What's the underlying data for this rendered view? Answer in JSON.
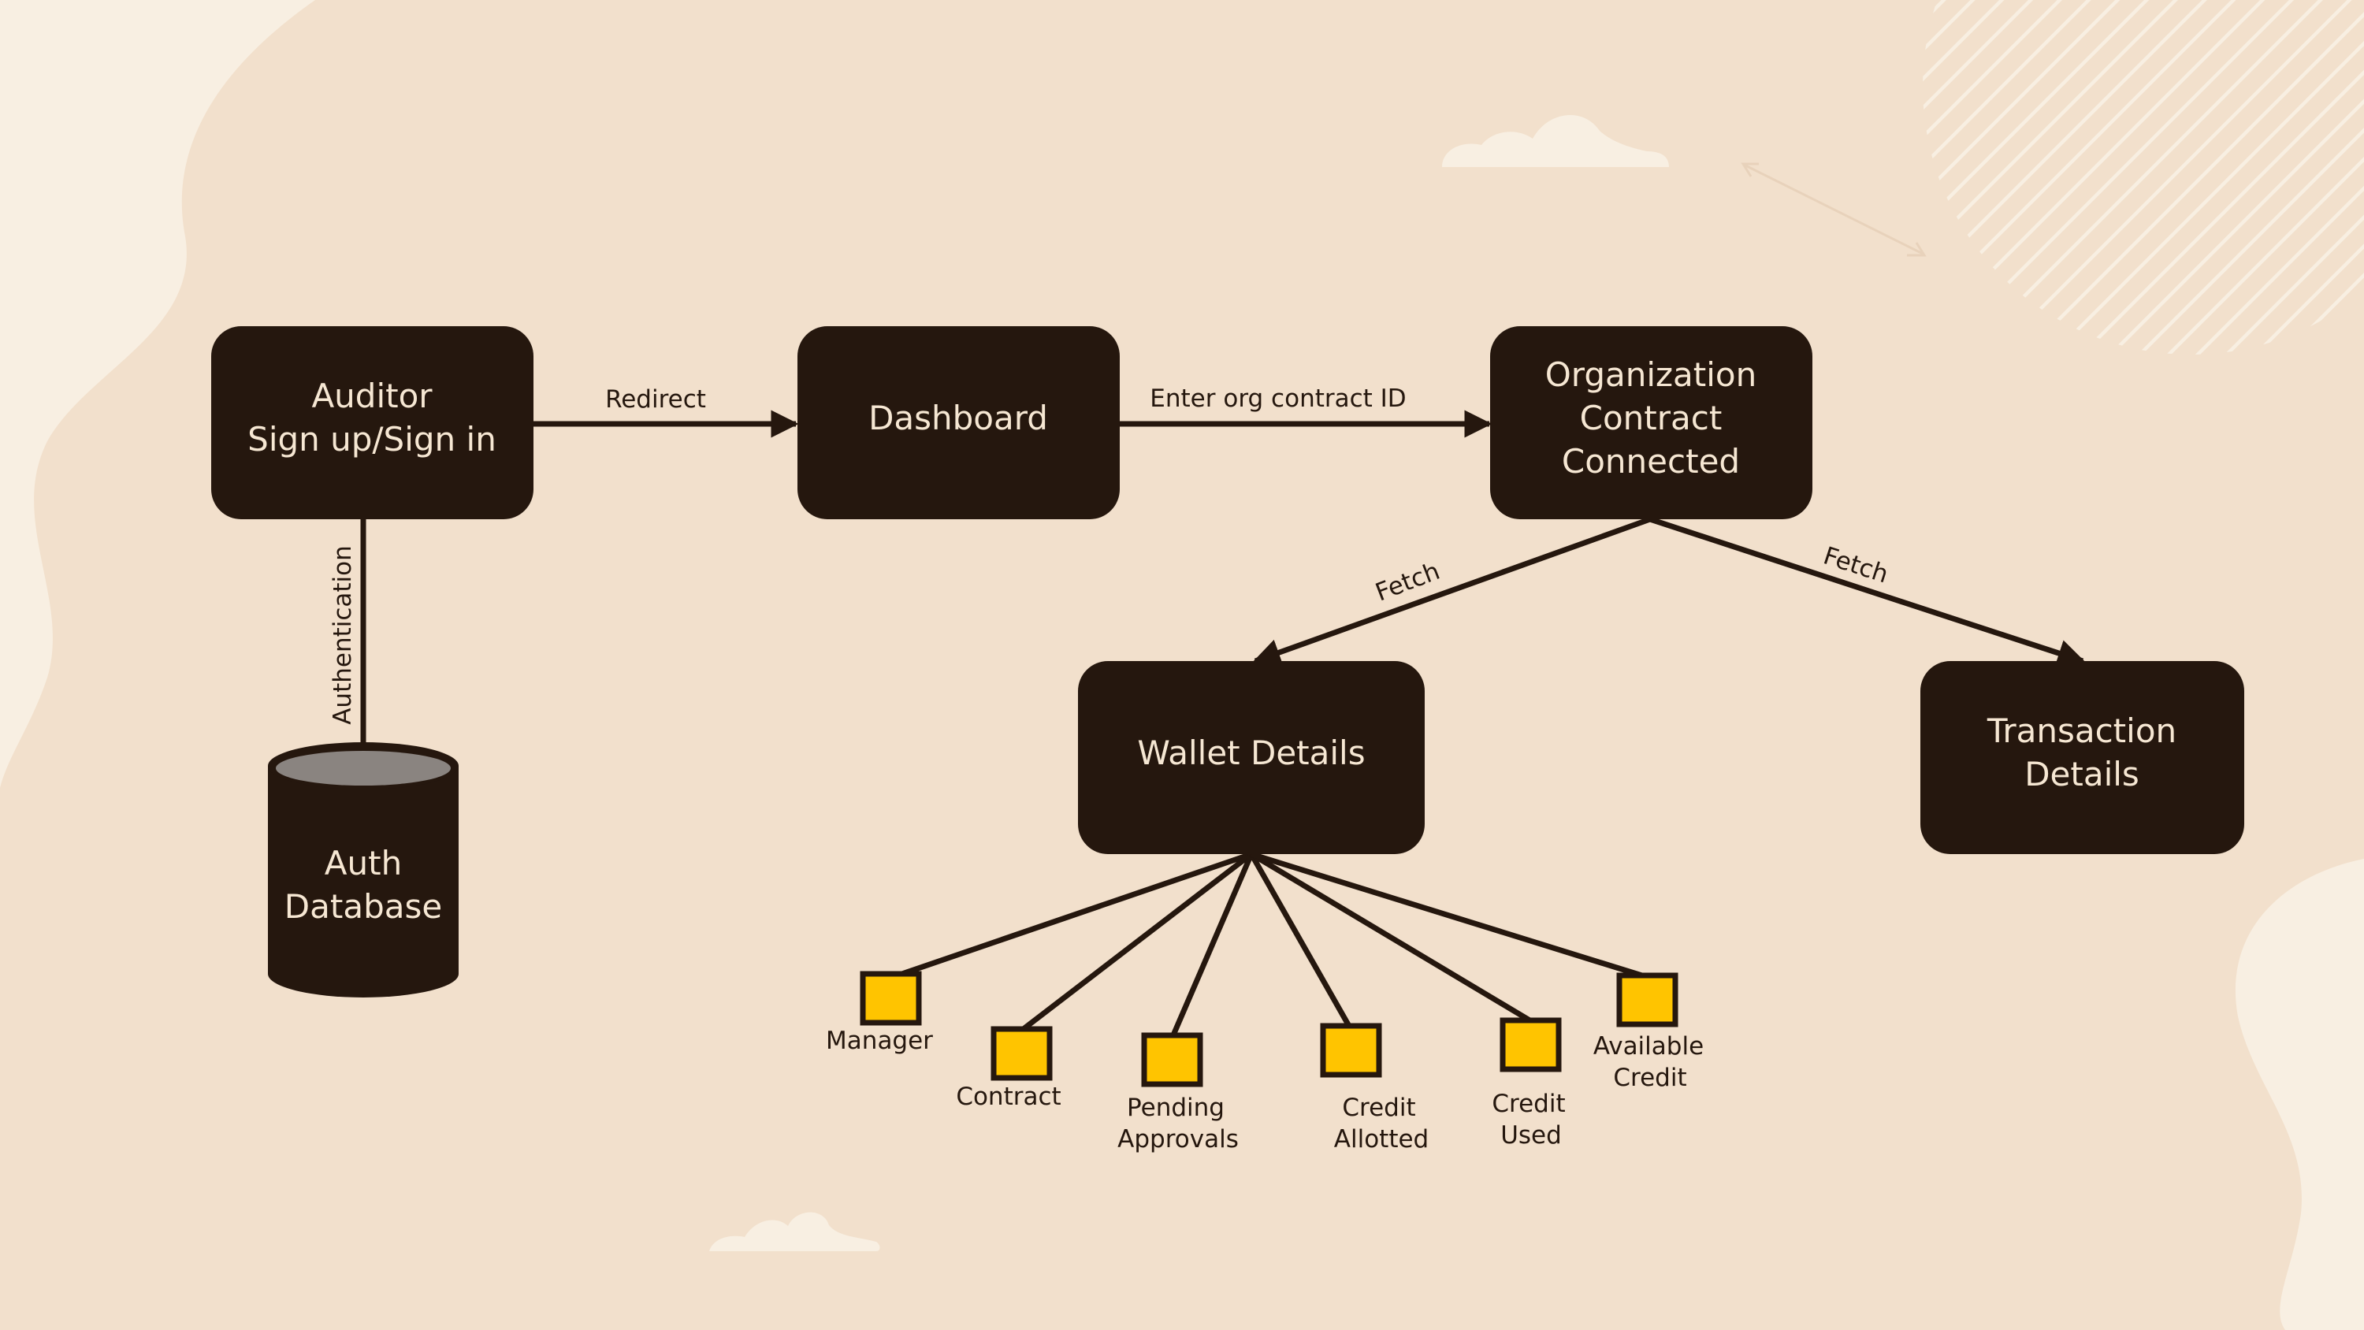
{
  "colors": {
    "background": "#f2e0cc",
    "background_light": "#f8efe2",
    "node_fill": "#25170e",
    "node_text": "#f6e7d3",
    "leaf_fill": "#ffc400",
    "edge": "#25170e"
  },
  "nodes": {
    "auditor": [
      "Auditor",
      "Sign up/Sign in"
    ],
    "dashboard": [
      "Dashboard"
    ],
    "org_contract": [
      "Organization",
      "Contract",
      "Connected"
    ],
    "wallet": [
      "Wallet Details"
    ],
    "transaction": [
      "Transaction",
      "Details"
    ],
    "auth_db": [
      "Auth",
      "Database"
    ]
  },
  "edges": {
    "redirect": "Redirect",
    "enter_org": "Enter org contract ID",
    "authentication": "Authentication",
    "fetch_wallet": "Fetch",
    "fetch_transaction": "Fetch"
  },
  "wallet_fields": [
    [
      "Manager"
    ],
    [
      "Contract"
    ],
    [
      "Pending",
      "Approvals"
    ],
    [
      "Credit",
      "Allotted"
    ],
    [
      "Credit",
      "Used"
    ],
    [
      "Available",
      "Credit"
    ]
  ]
}
